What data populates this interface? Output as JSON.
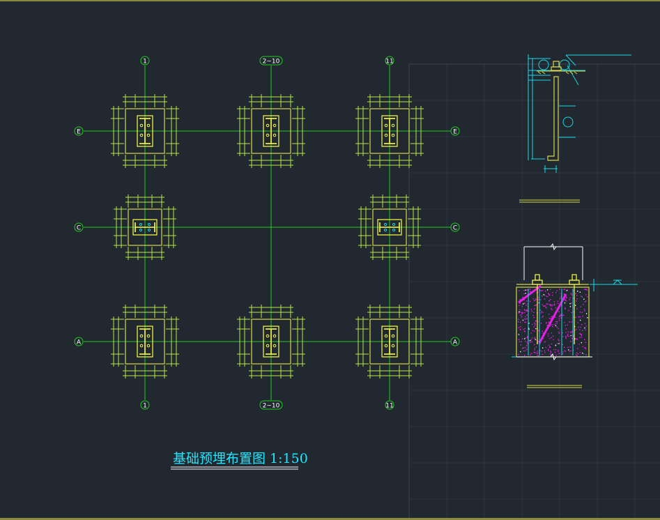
{
  "drawing": {
    "title": "基础预埋布置图 1:150",
    "colors": {
      "background": "#212830",
      "grid_axis": "#22cc22",
      "footing": "#d8d84a",
      "dimension": "#b8e848",
      "steel": "#ffff44",
      "detail": "#19d7e6",
      "hatch": "#e81ee8",
      "title": "#1ee8ff",
      "frame": "#8c8a3c"
    },
    "column_axes": [
      {
        "label": "1"
      },
      {
        "label": "2~10"
      },
      {
        "label": "11"
      }
    ],
    "row_axes": [
      {
        "label": "E"
      },
      {
        "label": "C"
      },
      {
        "label": "A"
      }
    ],
    "footings": [
      {
        "col": "1",
        "row": "E",
        "orientation": "vertical"
      },
      {
        "col": "2~10",
        "row": "E",
        "orientation": "vertical"
      },
      {
        "col": "11",
        "row": "E",
        "orientation": "vertical"
      },
      {
        "col": "1",
        "row": "C",
        "orientation": "horizontal"
      },
      {
        "col": "11",
        "row": "C",
        "orientation": "horizontal"
      },
      {
        "col": "1",
        "row": "A",
        "orientation": "vertical"
      },
      {
        "col": "2~10",
        "row": "A",
        "orientation": "vertical"
      },
      {
        "col": "11",
        "row": "A",
        "orientation": "vertical"
      }
    ],
    "details": [
      {
        "name": "anchor-bolt-elevation-detail"
      },
      {
        "name": "footing-section-detail"
      }
    ]
  }
}
